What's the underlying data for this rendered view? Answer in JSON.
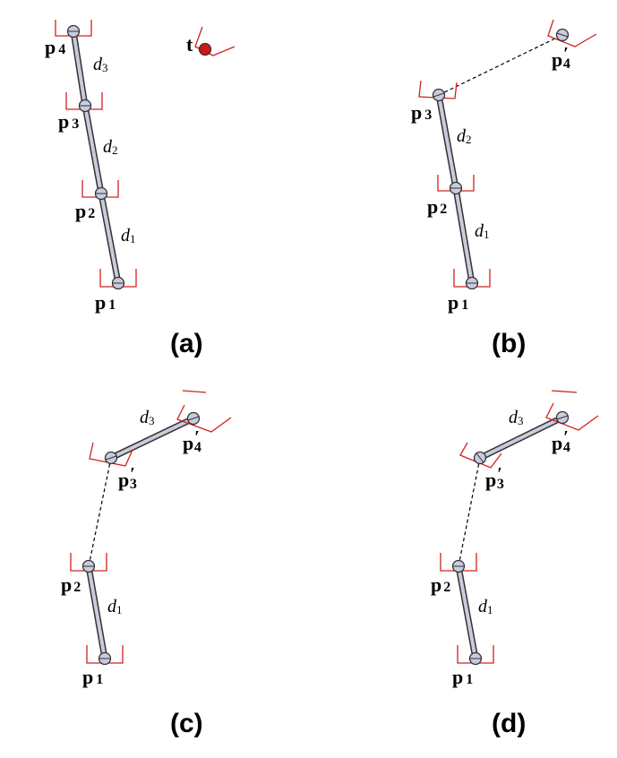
{
  "colors": {
    "link": "#c8ccdb",
    "link_edge": "#333333",
    "joint": "#c9cbe0",
    "joint_edge": "#333333",
    "bracket": "#d42020",
    "target": "#cc1a1a",
    "dashed": "#000000"
  },
  "labels": {
    "target": "t",
    "p": "p",
    "d": "d",
    "prime": "′",
    "s1": "1",
    "s2": "2",
    "s3": "3",
    "s4": "4"
  },
  "panels": [
    {
      "label": "(a)"
    },
    {
      "label": "(b)"
    },
    {
      "label": "(c)"
    },
    {
      "label": "(d)"
    }
  ]
}
